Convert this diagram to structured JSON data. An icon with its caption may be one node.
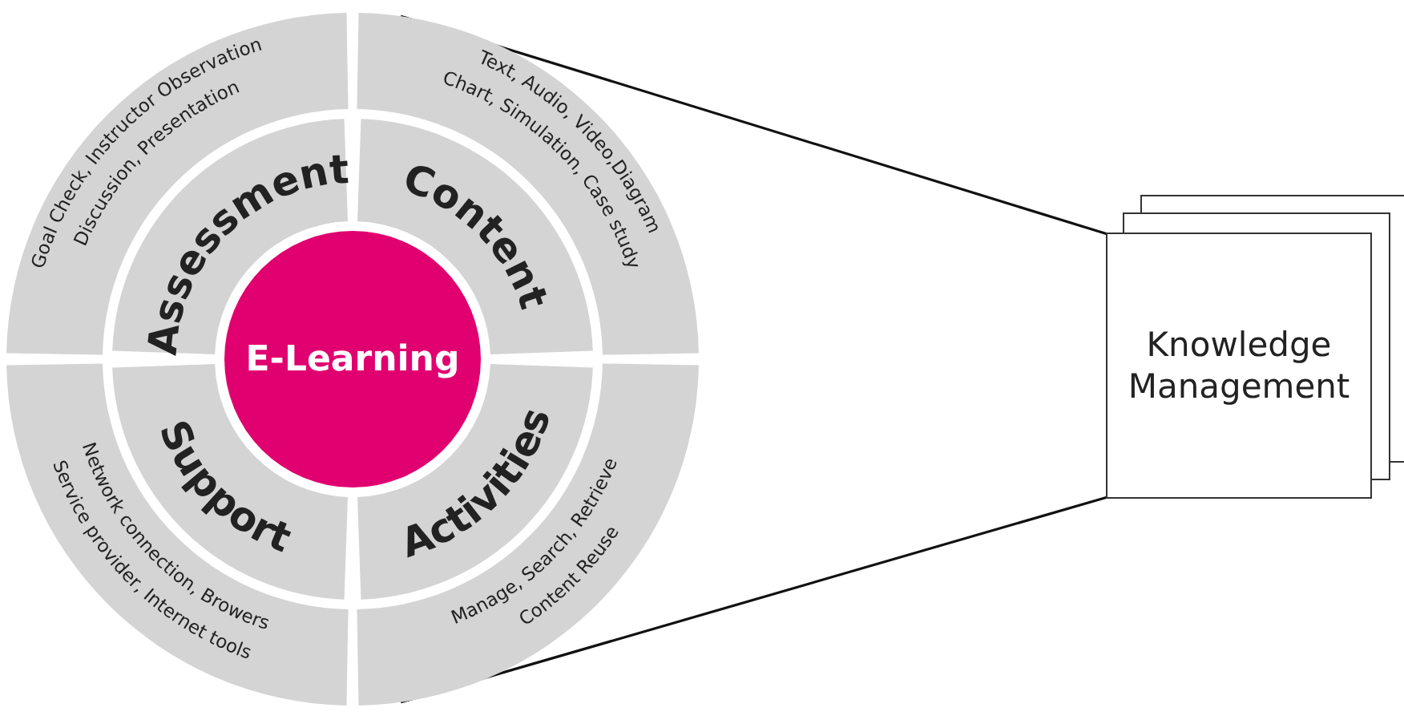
{
  "diagram": {
    "nodes": [
      {
        "text": [
          "E-Learning"
        ]
      },
      {
        "text": [
          "Assessment"
        ]
      },
      {
        "text": [
          "Content"
        ]
      },
      {
        "text": [
          "Support"
        ]
      },
      {
        "text": [
          "Activities"
        ]
      },
      {
        "text": [
          "Goal Check, Instructor Observation Discussion, Presentation"
        ]
      },
      {
        "text": [
          "Text, Audio, Video,Diagram Chart, Simulation, Case study"
        ]
      },
      {
        "text": [
          "Network connection, Browers Service provider, Internet tools"
        ]
      },
      {
        "text": [
          "Manage, Search, Retrieve Content Reuse"
        ]
      },
      {
        "text": [
          "Knowledge Management"
        ]
      }
    ],
    "edges": [
      {
        "from": 6,
        "to": 9,
        "arrow": "none"
      },
      {
        "from": 8,
        "to": 9,
        "arrow": "none"
      }
    ]
  }
}
